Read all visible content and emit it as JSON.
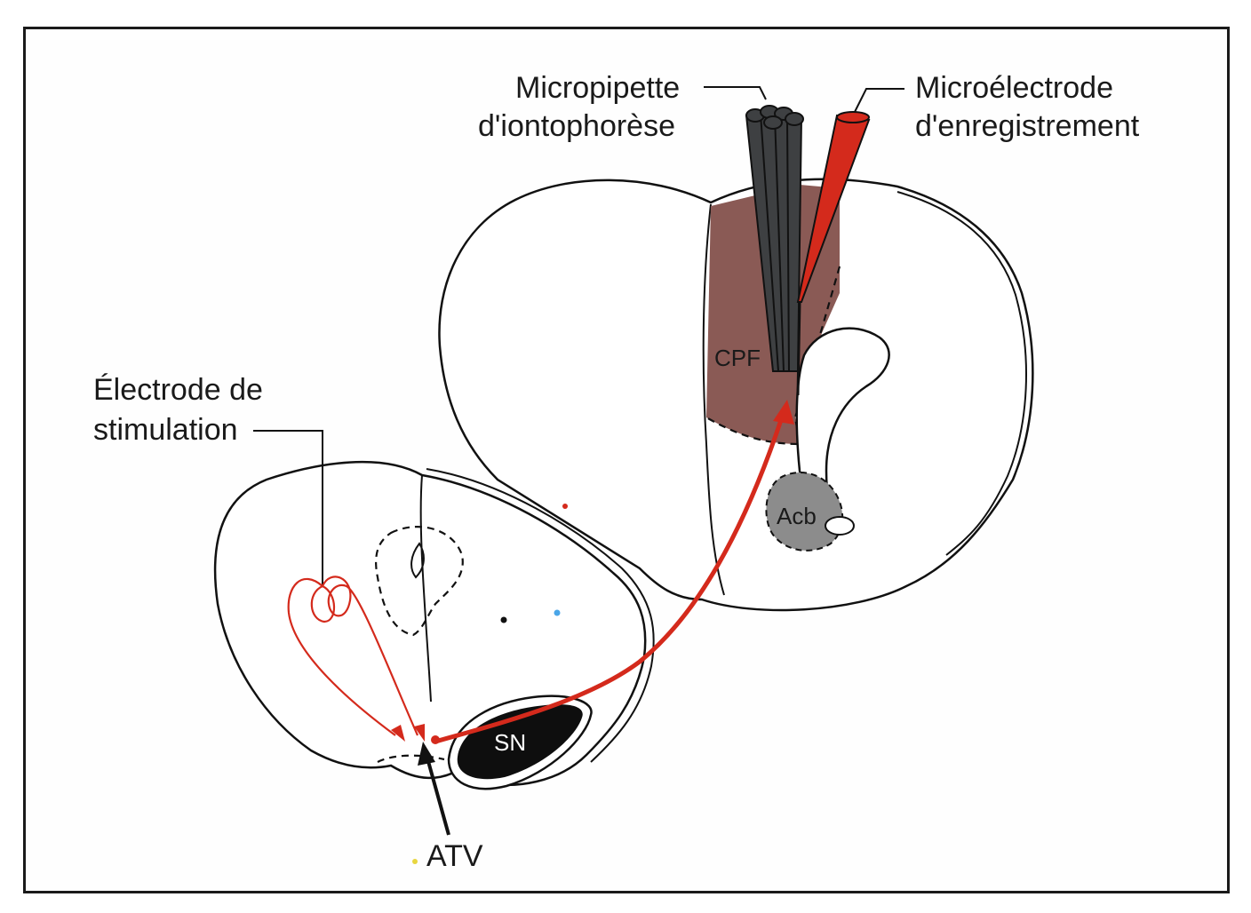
{
  "labels": {
    "micropipette_line1": "Micropipette",
    "micropipette_line2": "d'iontophorèse",
    "microelectrode_line1": "Microélectrode",
    "microelectrode_line2": "d'enregistrement",
    "stim_line1": "Électrode de",
    "stim_line2": "stimulation",
    "cpf": "CPF",
    "acb": "Acb",
    "sn": "SN",
    "atv": "ATV"
  },
  "colors": {
    "pathway_red": "#d42a1c",
    "cpf_fill": "#8a5a55",
    "acb_fill": "#8c8c8c",
    "pipette_gray": "#3e4042",
    "sn_fill": "#0e0e0e"
  }
}
